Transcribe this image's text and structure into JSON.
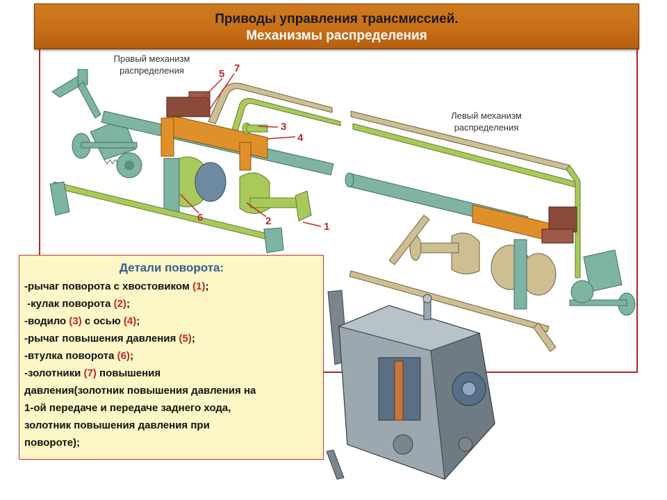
{
  "header": {
    "title": "Приводы управления трансмиссией.",
    "subtitle": "Механизмы распределения"
  },
  "diagram": {
    "right_mechanism_label_l1": "Правый механизм",
    "right_mechanism_label_l2": "распределения",
    "left_mechanism_label_l1": "Левый механизм",
    "left_mechanism_label_l2": "распределения",
    "callouts": [
      "5",
      "7",
      "3",
      "4",
      "6",
      "2",
      "1"
    ]
  },
  "details": {
    "title": "Детали поворота:",
    "items": [
      {
        "pre": "-рычаг поворота с хвостовиком ",
        "num": "(1)",
        "post": ";"
      },
      {
        "pre": " -кулак поворота ",
        "num": "(2)",
        "post": ";"
      },
      {
        "pre": "-водило ",
        "num": "(3)",
        "mid": " с осью ",
        "num2": "(4)",
        "post": ";"
      },
      {
        "pre": "-рычаг повышения давления ",
        "num": "(5)",
        "post": ";"
      },
      {
        "pre": "-втулка поворота ",
        "num": "(6)",
        "post": ";"
      },
      {
        "pre": "-золотники ",
        "num": "(7)",
        "post": " повышения"
      },
      {
        "text": "давления(золотник повышения давления на"
      },
      {
        "text": "1-ой передаче и передаче заднего хода,"
      },
      {
        "text": "золотник повышения давления при"
      },
      {
        "text": "повороте);"
      }
    ]
  },
  "colors": {
    "title_bar": "#c86f17",
    "frame_border": "#b0262a",
    "details_bg": "#fdf6c6",
    "details_title": "#2f5f8f",
    "callout_red": "#c0262a",
    "teal_parts": "#6fa89b",
    "orange_parts": "#e0902a",
    "green_parts": "#a9c95a",
    "brown_parts": "#8b4a3a",
    "khaki_parts": "#cdbf92"
  }
}
